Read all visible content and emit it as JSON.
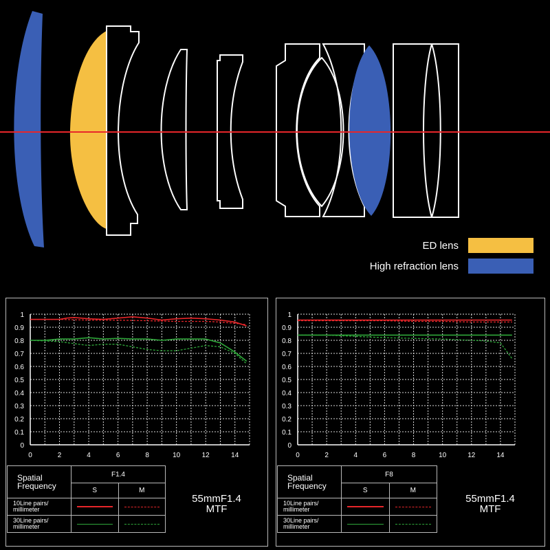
{
  "legend": {
    "ed_label": "ED lens",
    "ed_color": "#f5bf42",
    "hr_label": "High refraction lens",
    "hr_color": "#3a5fb5"
  },
  "optical_axis_color": "#e8262a",
  "chart_data": [
    {
      "type": "line",
      "aperture": "F1.4",
      "x_ticks": [
        0,
        2,
        4,
        6,
        8,
        10,
        12,
        14
      ],
      "y_ticks": [
        0,
        0.1,
        0.2,
        0.3,
        0.4,
        0.5,
        0.6,
        0.7,
        0.8,
        0.9,
        1
      ],
      "xlim": [
        0,
        15
      ],
      "ylim": [
        0,
        1
      ],
      "grid": true,
      "series": [
        {
          "name": "10Line pairs/ millimeter S",
          "color": "#e8262a",
          "dash": false,
          "x": [
            0,
            1,
            2,
            2.5,
            3,
            4,
            5,
            6,
            7,
            8,
            9,
            10,
            11,
            12,
            13,
            14,
            14.8
          ],
          "y": [
            0.96,
            0.96,
            0.96,
            0.97,
            0.975,
            0.965,
            0.96,
            0.97,
            0.98,
            0.97,
            0.955,
            0.965,
            0.97,
            0.965,
            0.955,
            0.94,
            0.91
          ]
        },
        {
          "name": "10Line pairs/ millimeter M",
          "color": "#e8262a",
          "dash": true,
          "x": [
            0,
            2,
            4,
            6,
            8,
            10,
            12,
            13,
            14,
            14.8
          ],
          "y": [
            0.96,
            0.96,
            0.955,
            0.955,
            0.95,
            0.945,
            0.945,
            0.94,
            0.93,
            0.92
          ]
        },
        {
          "name": "30Line pairs/ millimeter S",
          "color": "#2fa83a",
          "dash": false,
          "x": [
            0,
            1,
            2,
            3,
            4,
            5,
            6,
            7,
            8,
            9,
            10,
            11,
            12,
            13,
            14,
            14.8
          ],
          "y": [
            0.8,
            0.8,
            0.81,
            0.81,
            0.82,
            0.81,
            0.815,
            0.81,
            0.81,
            0.8,
            0.81,
            0.81,
            0.81,
            0.78,
            0.71,
            0.64
          ]
        },
        {
          "name": "30Line pairs/ millimeter M",
          "color": "#2fa83a",
          "dash": true,
          "x": [
            0,
            1,
            2,
            3,
            4,
            5,
            6,
            7,
            8,
            9,
            10,
            11,
            12,
            13,
            14,
            14.8
          ],
          "y": [
            0.8,
            0.795,
            0.79,
            0.775,
            0.76,
            0.77,
            0.77,
            0.75,
            0.73,
            0.72,
            0.72,
            0.74,
            0.76,
            0.75,
            0.7,
            0.62
          ]
        }
      ]
    },
    {
      "type": "line",
      "aperture": "F8",
      "x_ticks": [
        0,
        2,
        4,
        6,
        8,
        10,
        12,
        14
      ],
      "y_ticks": [
        0,
        0.1,
        0.2,
        0.3,
        0.4,
        0.5,
        0.6,
        0.7,
        0.8,
        0.9,
        1
      ],
      "xlim": [
        0,
        15
      ],
      "ylim": [
        0,
        1
      ],
      "grid": true,
      "series": [
        {
          "name": "10Line pairs/ millimeter S",
          "color": "#e8262a",
          "dash": false,
          "x": [
            0,
            2,
            4,
            6,
            8,
            10,
            12,
            14,
            14.8
          ],
          "y": [
            0.955,
            0.955,
            0.955,
            0.955,
            0.955,
            0.955,
            0.955,
            0.955,
            0.955
          ]
        },
        {
          "name": "10Line pairs/ millimeter M",
          "color": "#e8262a",
          "dash": true,
          "x": [
            0,
            2,
            4,
            6,
            8,
            10,
            12,
            14,
            14.8
          ],
          "y": [
            0.95,
            0.95,
            0.95,
            0.95,
            0.945,
            0.945,
            0.94,
            0.94,
            0.94
          ]
        },
        {
          "name": "30Line pairs/ millimeter S",
          "color": "#2fa83a",
          "dash": false,
          "x": [
            0,
            2,
            4,
            6,
            8,
            10,
            12,
            14,
            14.8
          ],
          "y": [
            0.84,
            0.84,
            0.84,
            0.84,
            0.84,
            0.84,
            0.84,
            0.84,
            0.84
          ]
        },
        {
          "name": "30Line pairs/ millimeter M",
          "color": "#2fa83a",
          "dash": true,
          "x": [
            0,
            2,
            4,
            6,
            8,
            10,
            12,
            13,
            14,
            14.4,
            14.8
          ],
          "y": [
            0.84,
            0.84,
            0.83,
            0.82,
            0.815,
            0.81,
            0.8,
            0.795,
            0.78,
            0.72,
            0.66
          ]
        }
      ]
    }
  ],
  "tables": [
    {
      "header": "Spatial Frequency",
      "aperture": "F1.4",
      "col_s": "S",
      "col_m": "M",
      "row1": "10Line pairs/ millimeter",
      "row2": "30Line pairs/ millimeter",
      "caption_line1": "55mmF1.4",
      "caption_line2": "MTF"
    },
    {
      "header": "Spatial Frequency",
      "aperture": "F8",
      "col_s": "S",
      "col_m": "M",
      "row1": "10Line pairs/ millimeter",
      "row2": "30Line pairs/ millimeter",
      "caption_line1": "55mmF1.4",
      "caption_line2": "MTF"
    }
  ]
}
